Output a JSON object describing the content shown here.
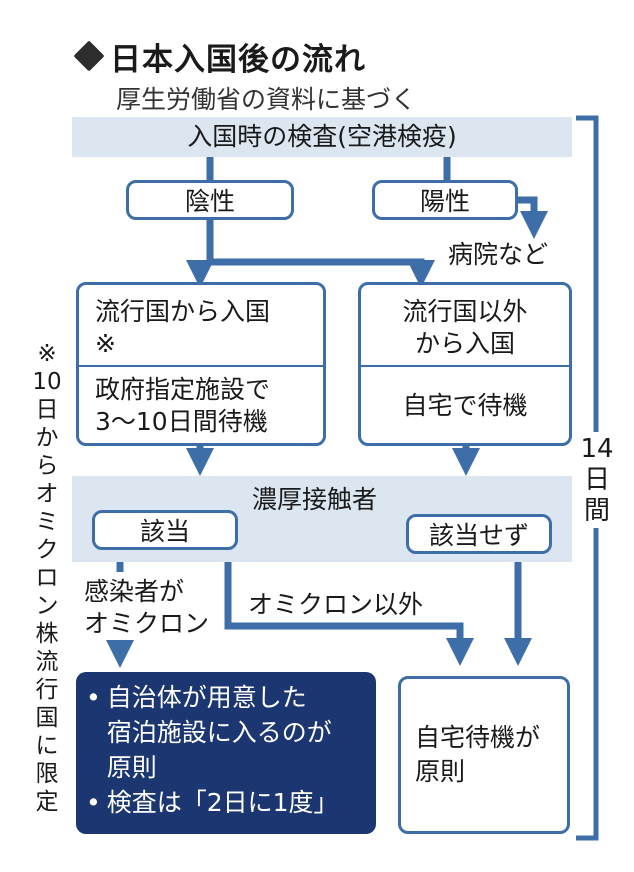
{
  "title": "日本入国後の流れ",
  "subtitle": "厚生労働省の資料に基づく",
  "entry_test": "入国時の検査(空港検疫)",
  "negative": "陰性",
  "positive": "陽性",
  "hospital": "病院など",
  "from_epidemic": {
    "heading": "流行国から入国",
    "mark": "※",
    "detail_line1": "政府指定施設で",
    "detail_line2": "3〜10日間待機"
  },
  "from_other": {
    "heading_line1": "流行国以外",
    "heading_line2": "から入国",
    "detail": "自宅で待機"
  },
  "close_contact": "濃厚接触者",
  "applicable": "該当",
  "not_applicable": "該当せず",
  "infected_omicron_line1": "感染者が",
  "infected_omicron_line2": "オミクロン",
  "non_omicron": "オミクロン以外",
  "facility_box": {
    "bullet": "•",
    "item1_line1": "自治体が用意した",
    "item1_line2": "宿泊施設に入るのが",
    "item1_line3": "原則",
    "item2": "検査は「2日に1度」"
  },
  "home_box_line1": "自宅待機が",
  "home_box_line2": "原則",
  "bracket_label": [
    "14",
    "日",
    "間"
  ],
  "side_note": [
    "※",
    "10",
    "日",
    "か",
    "ら",
    "オ",
    "ミ",
    "ク",
    "ロ",
    "ン",
    "株",
    "流",
    "行",
    "国",
    "に",
    "限",
    "定"
  ],
  "colors": {
    "accent": "#3d6ea8",
    "band": "#dbe6f1",
    "dark": "#1b3671"
  }
}
